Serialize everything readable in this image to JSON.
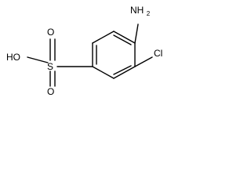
{
  "structure": {
    "labels": {
      "amine": "NH",
      "amine_subscript": "2",
      "chlorine": "Cl",
      "hydroxyl": "HO",
      "sulfur": "S",
      "oxygen_top": "O",
      "oxygen_bottom": "O"
    },
    "colors": {
      "ink": "#000000",
      "background": "#ffffff"
    }
  }
}
